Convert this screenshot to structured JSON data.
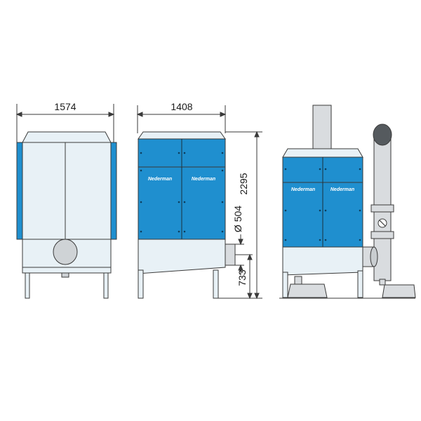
{
  "colors": {
    "panel_blue": "#1f8fcf",
    "panel_blue_dark": "#1676ad",
    "housing_light": "#e8f1f6",
    "frame_gray": "#dfe8ee",
    "duct_gray": "#d9dcdf",
    "line": "#3a3a3a"
  },
  "dimensions": {
    "width_left": "1574",
    "width_middle": "1408",
    "height_total": "2295",
    "inlet_diameter": "Ø 504",
    "inlet_height": "733"
  },
  "brand": {
    "label": "Nederman"
  }
}
